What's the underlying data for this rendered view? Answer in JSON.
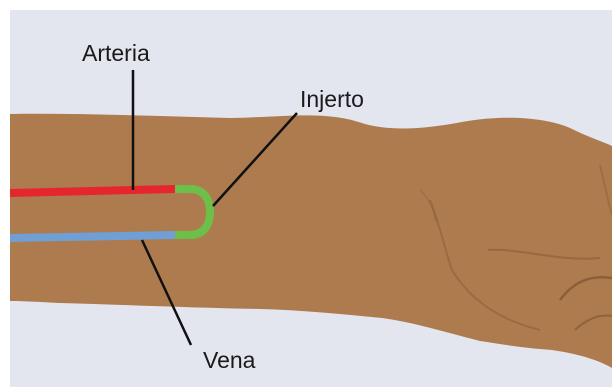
{
  "labels": {
    "artery": "Arteria",
    "graft": "Injerto",
    "vein": "Vena"
  },
  "colors": {
    "background_panel": "#e4e6ef",
    "skin": "#ad7b4e",
    "skin_shadow": "#8a5c36",
    "artery": "#e5262f",
    "vein": "#6f9fd5",
    "graft": "#6cc04a",
    "leader_line": "#111111"
  }
}
